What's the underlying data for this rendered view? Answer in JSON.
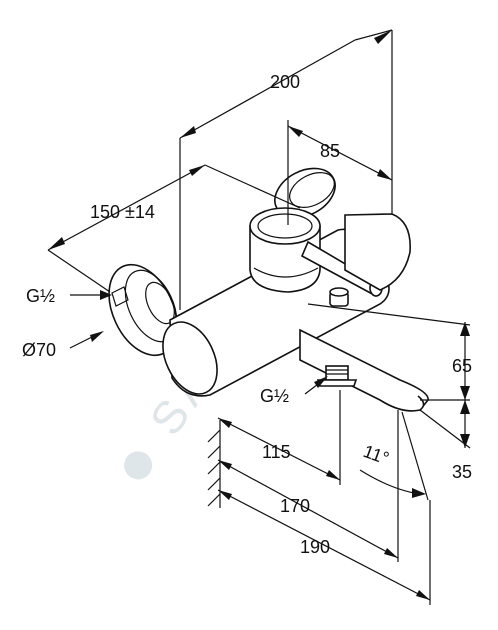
{
  "watermark": "SANITINO",
  "dimensions": {
    "d200": "200",
    "d85": "85",
    "d150": "150 ±14",
    "d65": "65",
    "d35": "35",
    "d115": "115",
    "d170": "170",
    "d190": "190",
    "angle": "11°"
  },
  "labels": {
    "g_half_left": "G½",
    "diameter": "Ø70",
    "g_half_bottom": "G½"
  }
}
